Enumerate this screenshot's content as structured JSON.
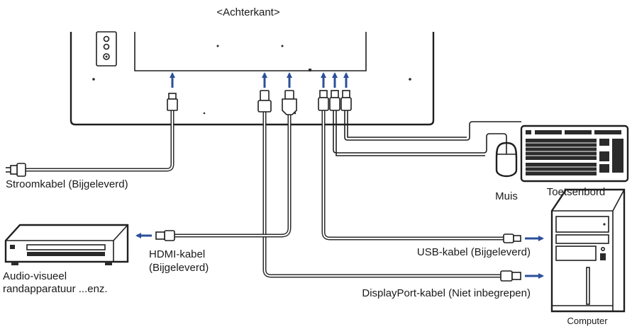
{
  "labels": {
    "rear_view": "<Achterkant>",
    "power_cable": "Stroomkabel (Bijgeleverd)",
    "mouse": "Muis",
    "keyboard": "Toetsenbord",
    "hdmi_cable_line1": "HDMI-kabel",
    "hdmi_cable_line2": "(Bijgeleverd)",
    "av_device_line1": "Audio-visueel",
    "av_device_line2": "randapparatuur ...enz.",
    "usb_cable": "USB-kabel (Bijgeleverd)",
    "displayport_cable": "DisplayPort-kabel (Niet inbegrepen)",
    "computer": "Computer"
  },
  "colors": {
    "arrow": "#2b4f9a",
    "line": "#1f1f1f",
    "background": "#ffffff"
  }
}
